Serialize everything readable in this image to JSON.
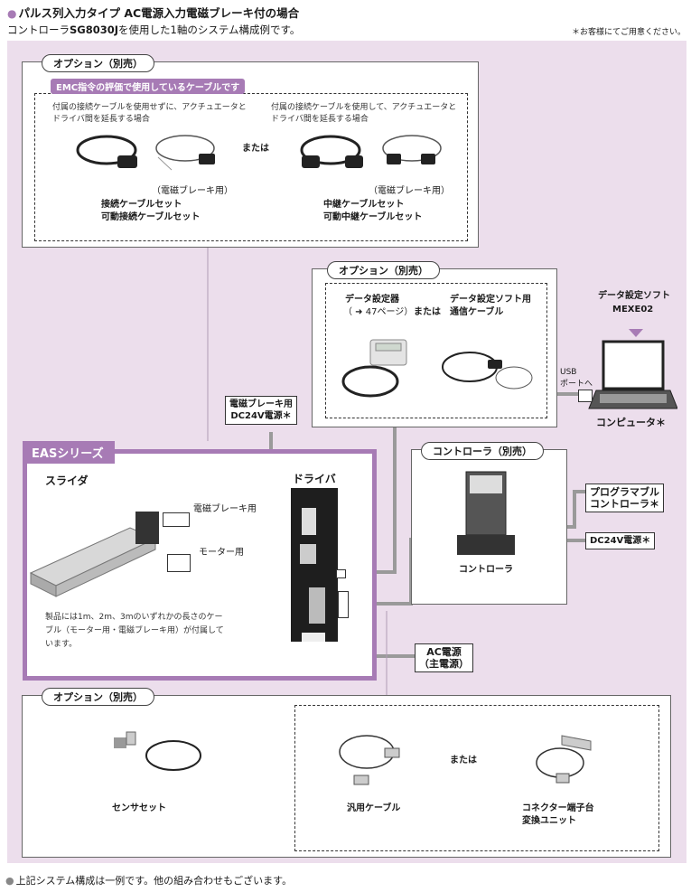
{
  "header": {
    "title": "パルス列入力タイプ AC電源入力電磁ブレーキ付の場合",
    "subtitle_pre": "コントローラ",
    "subtitle_model": "SG8030J",
    "subtitle_post": "を使用した1軸のシステム構成例です。",
    "note_right": "＊お客様にてご用意ください。"
  },
  "top_option": {
    "tab": "オプション（別売）",
    "emc_badge": "EMC指令の評価で使用しているケーブルです",
    "left_desc": "付属の接続ケーブルを使用せずに、アクチュエータとドライバ間を延長する場合",
    "right_desc": "付属の接続ケーブルを使用して、アクチュエータとドライバ間を延長する場合",
    "or": "または",
    "left_brake": "（電磁ブレーキ用）",
    "right_brake": "（電磁ブレーキ用）",
    "left_name1": "接続ケーブルセット",
    "left_name2": "可動接続ケーブルセット",
    "right_name1": "中継ケーブルセット",
    "right_name2": "可動中継ケーブルセット"
  },
  "mid_option": {
    "tab": "オプション（別売）",
    "item1_name": "データ設定器",
    "item1_ref": "（ ➜ 47ページ）",
    "or": "または",
    "item2_name1": "データ設定ソフト用",
    "item2_name2": "通信ケーブル"
  },
  "pc": {
    "software": "データ設定ソフト",
    "software_name": "MEXE02",
    "usb1": "USB",
    "usb2": "ポートへ",
    "computer": "コンピュータ＊"
  },
  "brake_power": {
    "line1": "電磁ブレーキ用",
    "line2": "DC24V電源＊"
  },
  "controller_section": {
    "tab": "コントローラ（別売）",
    "label": "コントローラ"
  },
  "plc": {
    "line1": "プログラマブル",
    "line2": "コントローラ＊"
  },
  "dc_power": "DC24V電源＊",
  "eas": {
    "tab": "EASシリーズ",
    "slider": "スライダ",
    "driver": "ドライバ",
    "brake_cable": "電磁ブレーキ用",
    "motor_cable": "モーター用",
    "note": "製品には1m、2m、3mのいずれかの長さのケーブル（モーター用・電磁ブレーキ用）が付属しています。"
  },
  "ac_power": {
    "line1": "AC電源",
    "line2": "（主電源）"
  },
  "bottom_option": {
    "tab": "オプション（別売）",
    "sensor": "センサセット",
    "general_cable": "汎用ケーブル",
    "or": "または",
    "terminal1": "コネクター端子台",
    "terminal2": "変換ユニット"
  },
  "footer": "上記システム構成は一例です。他の組み合わせもございます。",
  "colors": {
    "accent": "#a77bb5",
    "background": "#ecdeec",
    "line": "#9a9a9a"
  }
}
